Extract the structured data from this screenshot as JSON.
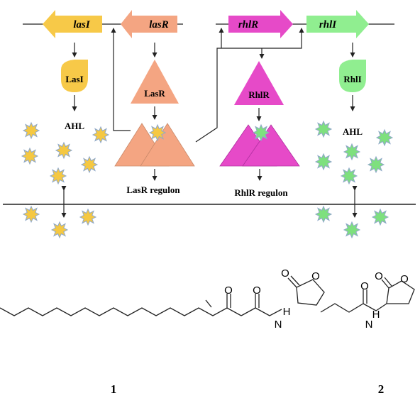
{
  "genes": {
    "lasI": "lasI",
    "lasR": "lasR",
    "rhlR": "rhlR",
    "rhlI": "rhlI"
  },
  "proteins": {
    "LasI": "LasI",
    "LasR": "LasR",
    "RhlR": "RhlR",
    "RhlI": "RhlI"
  },
  "labels": {
    "ahl_left": "AHL",
    "ahl_right": "AHL",
    "lasr_regulon": "LasR regulon",
    "rhlr_regulon": "RhlR regulon"
  },
  "structures": {
    "c1_O_keto": "O",
    "c1_O_amide": "O",
    "c1_O_lactone_carbonyl": "O",
    "c1_O_ring": "O",
    "c1_NH": "H",
    "c1_N": "N",
    "c2_O_amide": "O",
    "c2_O_lactone_carbonyl": "O",
    "c2_O_ring": "O",
    "c2_NH": "H",
    "c2_N": "N",
    "compound1_label": "1",
    "compound2_label": "2"
  },
  "colors": {
    "lasI": "#f7c948",
    "lasR": "#f4a582",
    "rhlR": "#e64ac8",
    "rhlI": "#90ee90",
    "ahl_yellow": "#f5c842",
    "ahl_green": "#7ee07e",
    "star_outline": "#8fa8c8"
  },
  "icons": [
    "gene-arrow",
    "protein-droplet",
    "protein-triangle",
    "receptor-complex",
    "ahl-star"
  ]
}
